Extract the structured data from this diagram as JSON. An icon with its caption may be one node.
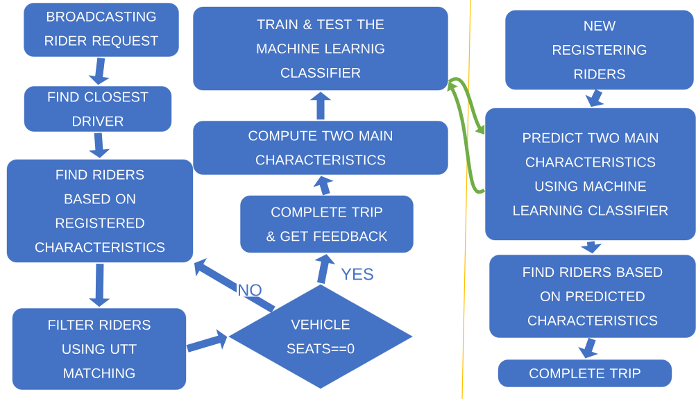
{
  "diagram": {
    "nodes": [
      {
        "text": [
          "BROADCASTING RIDER REQUEST"
        ]
      },
      {
        "text": [
          "FIND CLOSEST DRIVER"
        ]
      },
      {
        "text": [
          "FIND RIDERS BASED ON REGISTERED CHARACTERISTICS"
        ]
      },
      {
        "text": [
          "FILTER RIDERS USING UTT MATCHING"
        ]
      },
      {
        "text": [
          "VEHICLE SEATS==0"
        ]
      },
      {
        "text": [
          "COMPLETE TRIP & GET FEEDBACK"
        ]
      },
      {
        "text": [
          "COMPUTE TWO MAIN CHARACTERISTICS"
        ]
      },
      {
        "text": [
          "TRAIN & TEST THE MACHINE LEARNIG CLASSIFIER"
        ]
      },
      {
        "text": [
          "NEW REGISTERING RIDERS"
        ]
      },
      {
        "text": [
          "PREDICT TWO MAIN CHARACTERISTICS USING MACHINE LEARNING CLASSIFIER"
        ]
      },
      {
        "text": [
          "FIND RIDERS BASED ON PREDICTED CHARACTERISTICS"
        ]
      },
      {
        "text": [
          "COMPLETE TRIP"
        ]
      }
    ],
    "edges": [
      {
        "from": 0,
        "to": 1,
        "arrow": "to"
      },
      {
        "from": 1,
        "to": 2,
        "arrow": "to"
      },
      {
        "from": 2,
        "to": 3,
        "arrow": "to"
      },
      {
        "from": 3,
        "to": 4,
        "arrow": "to"
      },
      {
        "from": 4,
        "to": 5,
        "arrow": "to",
        "label": "YES"
      },
      {
        "from": 4,
        "to": 2,
        "arrow": "to",
        "label": "NO"
      },
      {
        "from": 5,
        "to": 6,
        "arrow": "to"
      },
      {
        "from": 6,
        "to": 7,
        "arrow": "to"
      },
      {
        "from": 8,
        "to": 9,
        "arrow": "to"
      },
      {
        "from": 9,
        "to": 10,
        "arrow": "to"
      },
      {
        "from": 10,
        "to": 11,
        "arrow": "to"
      },
      {
        "from": 7,
        "to": 9,
        "arrow": "to",
        "color": "#70ad47"
      },
      {
        "from": 9,
        "to": 7,
        "arrow": "to",
        "color": "#70ad47"
      }
    ]
  }
}
